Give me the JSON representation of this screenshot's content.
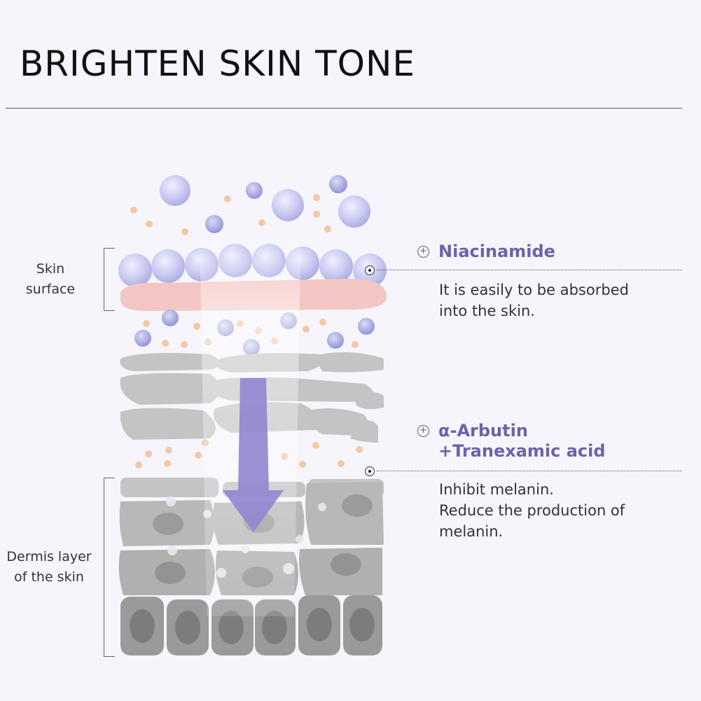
{
  "title": "BRIGHTEN SKIN TONE",
  "labels": {
    "skin_surface": [
      "Skin",
      "surface"
    ],
    "dermis": [
      "Dermis layer",
      "of the skin"
    ]
  },
  "ingredients": [
    {
      "name_lines": [
        "Niacinamide"
      ],
      "description_lines": [
        "It is easily to be absorbed",
        "into the skin."
      ]
    },
    {
      "name_lines": [
        "α-Arbutin",
        "+Tranexamic acid"
      ],
      "description_lines": [
        "Inhibit melanin.",
        "Reduce the production of",
        "melanin."
      ]
    }
  ],
  "icons": [
    "plus-circle-icon",
    "target-dot-icon",
    "down-arrow-icon"
  ],
  "colors": {
    "accent": "#6d62a8",
    "bubble": "#c5c7ef",
    "surface_band": "#f3c6c4",
    "cell_light": "#c4c4c4",
    "cell_dark": "#8c8c8c",
    "particle": "#f2c9a6"
  }
}
